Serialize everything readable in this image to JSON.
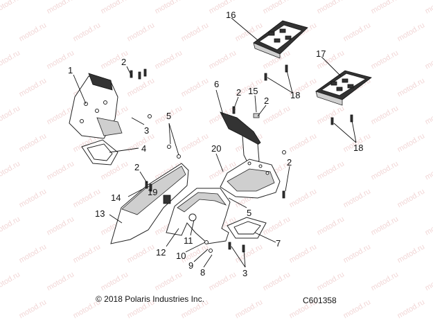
{
  "watermark_text": "motod.ru",
  "copyright": "© 2018 Polaris Industries Inc.",
  "diagram_code": "C601358",
  "callouts": [
    {
      "id": "c1",
      "label": "1"
    },
    {
      "id": "c2a",
      "label": "2"
    },
    {
      "id": "c3a",
      "label": "3"
    },
    {
      "id": "c4",
      "label": "4"
    },
    {
      "id": "c5a",
      "label": "5"
    },
    {
      "id": "c2b",
      "label": "2"
    },
    {
      "id": "c19",
      "label": "19"
    },
    {
      "id": "c14",
      "label": "14"
    },
    {
      "id": "c13",
      "label": "13"
    },
    {
      "id": "c12",
      "label": "12"
    },
    {
      "id": "c11",
      "label": "11"
    },
    {
      "id": "c10",
      "label": "10"
    },
    {
      "id": "c9",
      "label": "9"
    },
    {
      "id": "c8",
      "label": "8"
    },
    {
      "id": "c3b",
      "label": "3"
    },
    {
      "id": "c7",
      "label": "7"
    },
    {
      "id": "c5b",
      "label": "5"
    },
    {
      "id": "c20",
      "label": "20"
    },
    {
      "id": "c6",
      "label": "6"
    },
    {
      "id": "c2c",
      "label": "2"
    },
    {
      "id": "c15",
      "label": "15"
    },
    {
      "id": "c2d",
      "label": "2"
    },
    {
      "id": "c2e",
      "label": "2"
    },
    {
      "id": "c16",
      "label": "16"
    },
    {
      "id": "c18a",
      "label": "18"
    },
    {
      "id": "c17",
      "label": "17"
    },
    {
      "id": "c18b",
      "label": "18"
    }
  ]
}
